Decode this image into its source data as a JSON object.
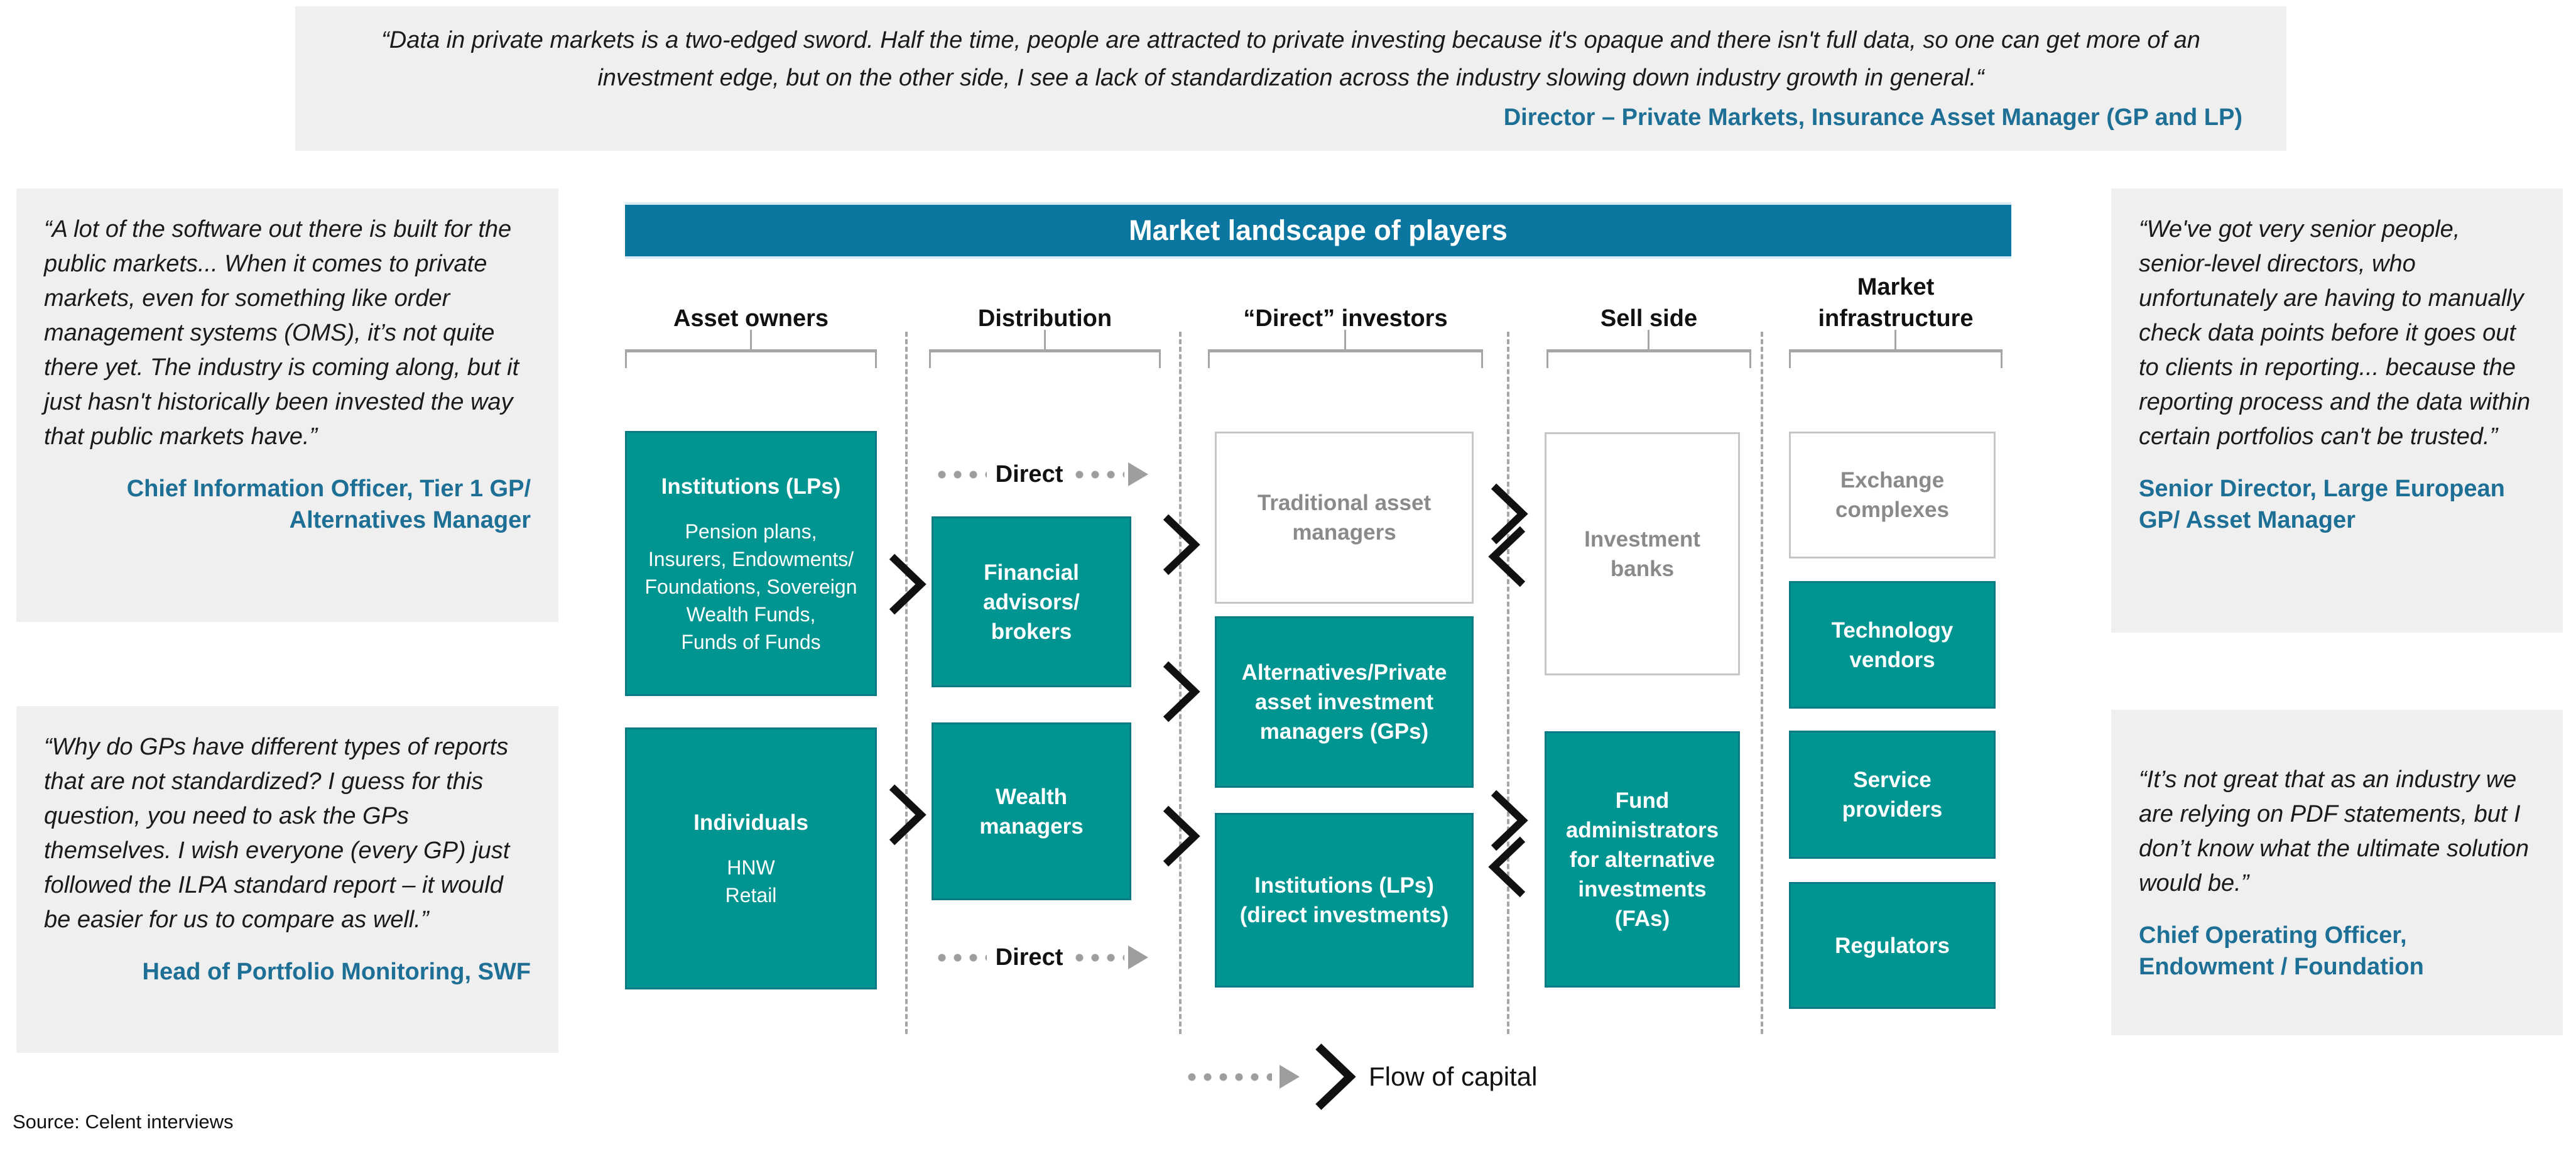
{
  "colors": {
    "teal_box": "#009590",
    "title_bar_blue": "#0B76A0",
    "attribution_blue": "#1D6F96",
    "quote_background": "#EFEFEF",
    "outline_box_border": "#C6C6C6",
    "outline_box_text": "#8A8A8A",
    "line_gray": "#A6A6A6",
    "dot_gray": "#9E9E9E"
  },
  "top_quote": {
    "text": "“Data in private markets is a two-edged sword. Half the time, people are attracted to private investing because it's opaque and there isn't full data, so one can get more of an investment edge, but on the other side, I see a lack of standardization across the industry slowing down industry growth in general.“",
    "attribution": "Director – Private Markets, Insurance Asset Manager (GP and LP)"
  },
  "quotes": {
    "left_top": {
      "text": "“A lot of the software out there is built for the public markets... When it comes to private markets, even for something like order management systems (OMS), it’s not quite there yet. The industry is coming along, but it just hasn't historically been invested the way that public markets have.”",
      "attribution": "Chief Information Officer, Tier 1 GP/\nAlternatives Manager"
    },
    "left_bottom": {
      "text": "“Why do GPs have different types of reports that are not standardized? I guess for this question, you need to ask the GPs themselves. I wish everyone (every GP) just followed the ILPA standard report – it would be easier for us to compare as well.”",
      "attribution": "Head of Portfolio Monitoring, SWF"
    },
    "right_top": {
      "text": "“We've got very senior people, senior-level directors, who unfortunately are having to manually check data points before it goes out to clients in reporting... because the reporting process and the data within certain portfolios can't be trusted.”",
      "attribution": "Senior Director, Large European\nGP/ Asset Manager"
    },
    "right_bottom": {
      "text": "“It’s not great that as an industry we are relying on PDF statements, but I don’t know what the ultimate solution would be.”",
      "attribution": "Chief Operating Officer,\nEndowment / Foundation"
    }
  },
  "diagram": {
    "title": "Market landscape of players",
    "columns": [
      {
        "header": "Asset owners"
      },
      {
        "header": "Distribution"
      },
      {
        "header": "“Direct” investors"
      },
      {
        "header": "Sell side"
      },
      {
        "header": "Market\ninfrastructure"
      }
    ],
    "boxes": {
      "institutions": {
        "title": "Institutions (LPs)",
        "sub": "Pension plans,\nInsurers, Endowments/\nFoundations, Sovereign\nWealth Funds,\nFunds of Funds"
      },
      "individuals": {
        "title": "Individuals",
        "sub": "HNW\nRetail"
      },
      "financial_advisors": {
        "title": "Financial\nadvisors/\nbrokers"
      },
      "wealth_managers": {
        "title": "Wealth\nmanagers"
      },
      "traditional_am": {
        "title": "Traditional asset\nmanagers"
      },
      "alternatives_gps": {
        "title": "Alternatives/Private\nasset investment\nmanagers (GPs)"
      },
      "institutions_direct": {
        "title": "Institutions (LPs)\n(direct investments)"
      },
      "investment_banks": {
        "title": "Investment\nbanks"
      },
      "fund_admins": {
        "title": "Fund\nadministrators\nfor alternative\ninvestments\n(FAs)"
      },
      "exchange_complexes": {
        "title": "Exchange\ncomplexes"
      },
      "technology_vendors": {
        "title": "Technology\nvendors"
      },
      "service_providers": {
        "title": "Service\nproviders"
      },
      "regulators": {
        "title": "Regulators"
      }
    },
    "direct_label_top": "Direct",
    "direct_label_bottom": "Direct",
    "legend_label": "Flow of capital"
  },
  "source": "Source: Celent interviews"
}
